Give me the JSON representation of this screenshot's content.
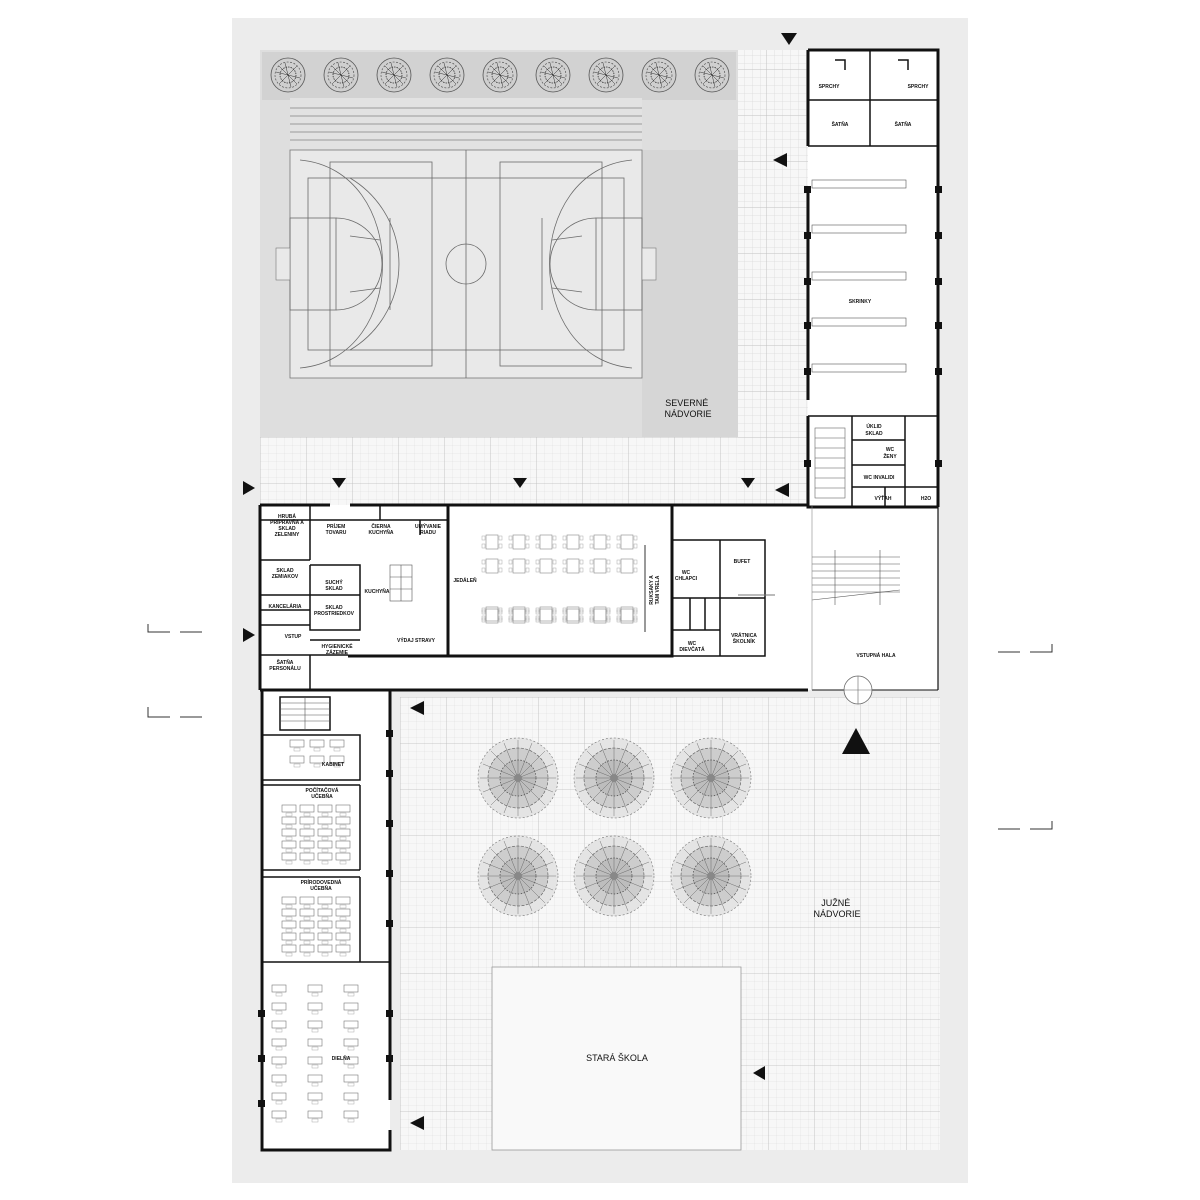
{
  "colors": {
    "ground": "#ececec",
    "courtyard_paving": "#f7f7f7",
    "sports_field": "#dedede",
    "court_surface": "#e9e9e9",
    "walls": "#111111",
    "grid": "#d2d2d2"
  },
  "outdoor": {
    "north_courtyard": [
      "SEVERNÉ",
      "NÁDVORIE"
    ],
    "south_courtyard": [
      "JUŽNÉ",
      "NÁDVORIE"
    ],
    "old_school": "STARÁ ŠKOLA",
    "entrance_hall": "VSTUPNÁ HALA"
  },
  "rooms": {
    "showers_left": "SPRCHY",
    "showers_right": "SPRCHY",
    "locker_left": "ŠATŇA",
    "locker_right": "ŠATŇA",
    "lockers": "SKRINKY",
    "cleaning_storage": [
      "ÚKLID",
      "SKLAD"
    ],
    "wc_women": [
      "WC",
      "ŽENY"
    ],
    "wc_disabled": "WC INVALIDI",
    "elevator": "VÝŤAH",
    "h2o": "H2O",
    "rough_prep": [
      "HRUBÁ",
      "PRÍPRAVŇA A",
      "SKLAD",
      "ZELENINY"
    ],
    "goods_receipt": [
      "PRÍJEM",
      "TOVARU"
    ],
    "black_kitchen": [
      "ČIERNA",
      "KUCHYŇA"
    ],
    "dishwashing": [
      "UMÝVANIE",
      "RIADU"
    ],
    "potato_storage": [
      "SKLAD",
      "ZEMIAKOV"
    ],
    "dry_storage": [
      "SUCHÝ",
      "SKLAD"
    ],
    "kitchen": "KUCHYŇA",
    "office": "KANCELÁRIA",
    "cleaning_storage_2": [
      "SKLAD",
      "PROSTRIEDKOV"
    ],
    "entry": "VSTUP",
    "hygiene": [
      "HYGIENICKÉ",
      "ZÁZEMIE"
    ],
    "serving": "VÝDAJ STRAVY",
    "staff_locker": [
      "ŠATŇA",
      "PERSONÁLU"
    ],
    "dining": "JEDÁLEŇ",
    "backpacks": [
      "RUKSAKY A",
      "TAM VRELA"
    ],
    "wc_boys": [
      "WC",
      "CHLAPCI"
    ],
    "buffet": "BUFET",
    "wc_girls": [
      "WC",
      "DIEVČATÁ"
    ],
    "porter": [
      "VRÁTNICA",
      "ŠKOLNÍK"
    ],
    "cabinet": "KABINET",
    "computer_class": [
      "POČÍTAČOVÁ",
      "UČEBŇA"
    ],
    "science_class": [
      "PRÍRODOVEDNÁ",
      "UČEBŇA"
    ],
    "workshop": "DIELŇA"
  }
}
